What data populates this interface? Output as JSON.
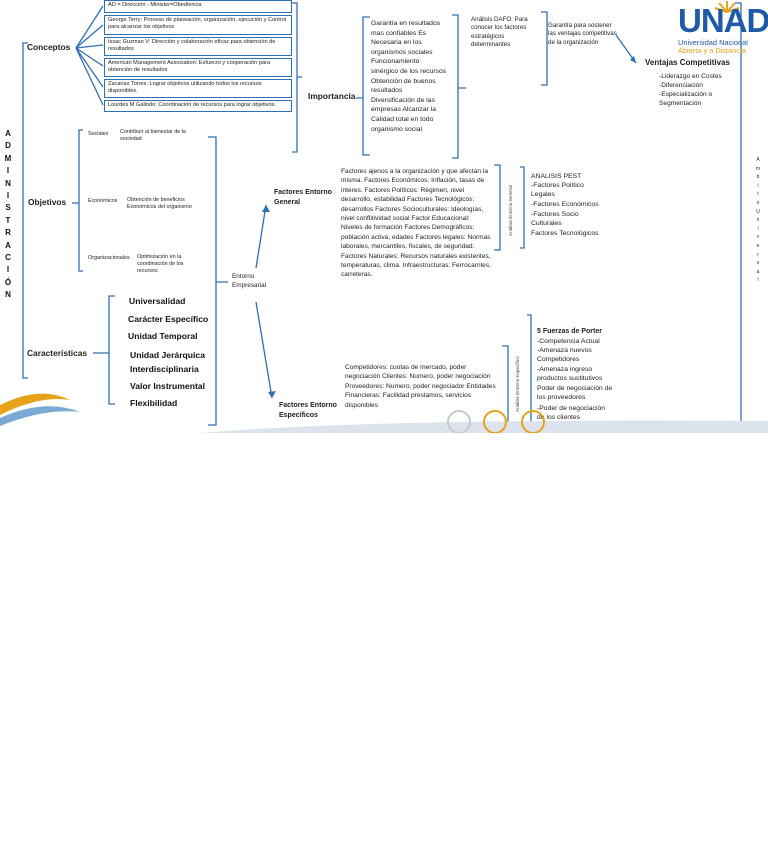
{
  "main_title": [
    "A",
    "D",
    "M",
    "I",
    "N",
    "I",
    "S",
    "T",
    "R",
    "A",
    "C",
    "I",
    "Ó",
    "N"
  ],
  "right_title": [
    "Á",
    "m",
    "b",
    "i",
    "t",
    "o",
    "",
    "U",
    "n",
    "i",
    "v",
    "e",
    "r",
    "s",
    "a",
    "l"
  ],
  "conceptos": {
    "label": "Conceptos",
    "items": [
      "AD = Dirección - Minister=Obediencia",
      "George Terry: Proceso de planeación, organización, ejecución y Control para alcanzar los objetivos",
      "Issac Guzman V: Dirección y colaboración eficaz para obtención de resultados",
      "American Management Association: Esfuerzo y cooperación para obtención de resultados",
      "Zacarias Torres: Lograr objetivos utilizando todos los recursos disponibles.",
      "Lourdes M Galindo: Coordinación de recursos para lograr objetivos."
    ]
  },
  "objetivos": {
    "label": "Objetivos",
    "items": [
      {
        "type": "Sociales",
        "desc": "Contribuir al bienestar de la sociedad"
      },
      {
        "type": "Económicos",
        "desc": "Obtención de beneficios Económicos del organismo"
      },
      {
        "type": "Organizacionales",
        "desc": "Optimización en la coordinación de los recursos"
      }
    ]
  },
  "caracteristicas": {
    "label": "Características",
    "items": [
      "Universalidad",
      "Carácter Específico",
      "Unidad Temporal",
      "Unidad Jerárquica",
      "Interdisciplinaria",
      "Valor Instrumental",
      "Flexibilidad"
    ]
  },
  "importancia": {
    "label": "Importancia",
    "text": "Garantía en resultados mas confiables Es Necesaria en los organismos sociales Funcionamiento sinérgico de los recursos Obtención de buenos resultados Diversificación de las empresas Alcanzar la Calidad total en todo organismo social"
  },
  "dafo": "Análisis DAFO: Para conocer los factores estratégicos determinantes",
  "garantia": "Garantía para sostener las ventajas competitivas de la organización",
  "ventajas": {
    "label": "Ventajas Competitivas",
    "items": [
      "-Liderazgo en Costes",
      "-Diferenciación",
      "-Especialización o Segmentación"
    ]
  },
  "entorno_empresarial": "Entorno Empresarial",
  "general": {
    "label": "Factores Entorno General",
    "text": "Factores ajenos a la organización y que afectan la misma. Factores Económicos: Inflación, tasas de interes. Factores Políticos: Régimen, nivel desarrollo, estabilidad Factores Tecnológicos: desarrollos Factores Socioculturales: Ideologías, nivel conflitividad social Factor Educacional: Niveles de formación Factores Demográficos: población activa, edades Factores legales: Normas laborales, mercantiles, fiscales, de seguridad. Factores Naturales: Recursos naturales existentes, temperaturas, clima. Infraestructuras: Ferrocarriles, carreteras.",
    "side_label": "Análisis Entorno General"
  },
  "pest": {
    "title": "ANALISIS PEST",
    "items": [
      "-Factores Político Legales",
      "-Factores Económicos",
      "-Factores Socio Culturales",
      "Factores Tecnológicos"
    ]
  },
  "especifico": {
    "label": "Factores Entorno Específicos",
    "text": "Competidores: cuotas de mercado, poder negociación Clientes: Numero, poder negociación Proveedores: Numero, poder negociador Entidades Financieras: Facilidad prestamos, servicios disponibles",
    "side_label": "Análisis Entorno Específico"
  },
  "porter": {
    "title": "5 Fuerzas de Porter",
    "items": [
      "-Competencia Actual",
      "-Amenaza nuevos Competidores",
      "-Amenaza ingreso productos sustitutivos",
      "Poder de negociación de los proveedores",
      "-Poder de negociación de los clientes"
    ]
  },
  "logo": {
    "name": "UNAD",
    "line1": "Universidad Nacional",
    "line2": "Abierta y a Distancia"
  },
  "colors": {
    "line": "#2e6fb5",
    "logo_blue": "#1f5aa6",
    "logo_gold": "#e7a318"
  }
}
